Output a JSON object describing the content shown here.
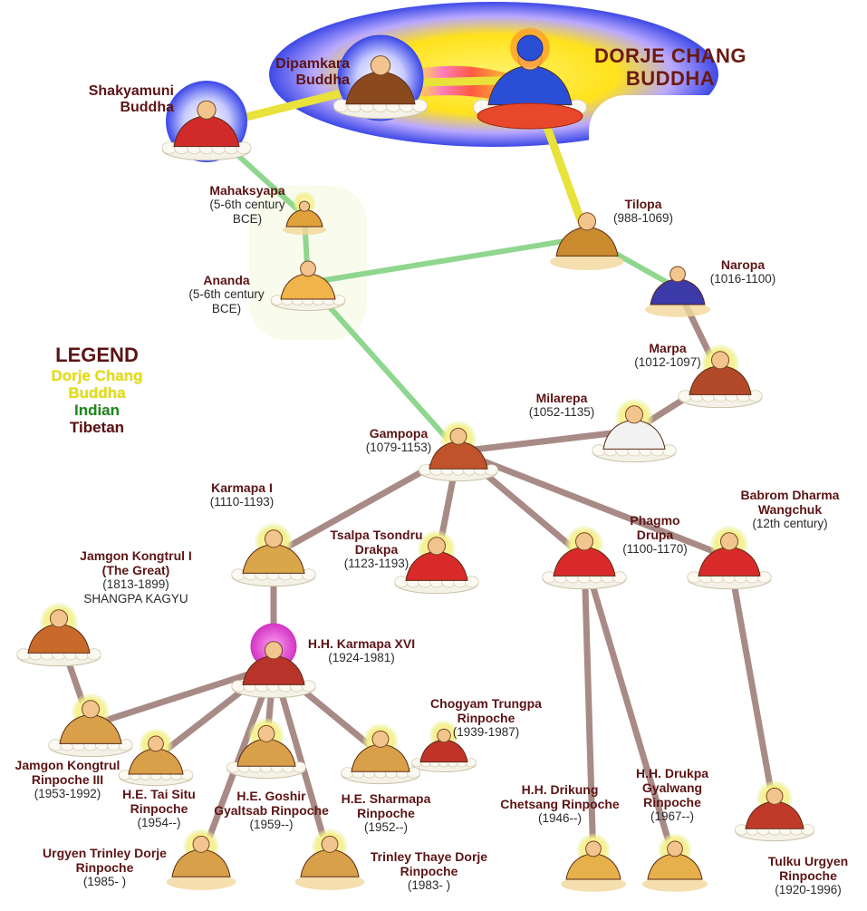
{
  "header": {
    "title_line1": "DORJE CHANG",
    "title_line2": "BUDDHA"
  },
  "legend": {
    "heading": "LEGEND",
    "items": [
      {
        "label": "Dorje Chang",
        "color": "#e6df00"
      },
      {
        "label": "Buddha",
        "color": "#e6df00"
      },
      {
        "label": "Indian",
        "color": "#1f8a1f"
      },
      {
        "label": "Tibetan",
        "color": "#5c1414"
      }
    ]
  },
  "colors": {
    "dorje_chang_link": "#e8e23a",
    "indian_link": "#8fd68f",
    "tibetan_link": "#a88a86",
    "name_text": "#5c1414"
  },
  "figures": [
    {
      "id": "shakyamuni",
      "name": "Shakyamuni\nBuddha",
      "dates": ""
    },
    {
      "id": "dipamkara",
      "name": "Dipamkara\nBuddha",
      "dates": ""
    },
    {
      "id": "mahaksyapa",
      "name": "Mahaksyapa",
      "dates": "(5-6th century\nBCE)"
    },
    {
      "id": "ananda",
      "name": "Ananda",
      "dates": "(5-6th century\nBCE)"
    },
    {
      "id": "tilopa",
      "name": "Tilopa",
      "dates": "(988-1069)"
    },
    {
      "id": "naropa",
      "name": "Naropa",
      "dates": "(1016-1100)"
    },
    {
      "id": "marpa",
      "name": "Marpa",
      "dates": "(1012-1097)"
    },
    {
      "id": "milarepa",
      "name": "Milarepa",
      "dates": "(1052-1135)"
    },
    {
      "id": "gampopa",
      "name": "Gampopa",
      "dates": "(1079-1153)"
    },
    {
      "id": "karmapa1",
      "name": "Karmapa I",
      "dates": "(1110-1193)"
    },
    {
      "id": "tsalpa",
      "name": "Tsalpa Tsondru\nDrakpa",
      "dates": "(1123-1193)"
    },
    {
      "id": "phagmo",
      "name": "Phagmo\nDrupa",
      "dates": "(1100-1170)"
    },
    {
      "id": "babrom",
      "name": "Babrom Dharma\nWangchuk",
      "dates": "(12th century)"
    },
    {
      "id": "jamgon1",
      "name": "Jamgon Kongtrul I\n(The Great)",
      "dates": "(1813-1899)\nSHANGPA KAGYU"
    },
    {
      "id": "karmapa16",
      "name": "H.H. Karmapa XVI",
      "dates": "(1924-1981)"
    },
    {
      "id": "chogyam",
      "name": "Chogyam Trungpa\nRinpoche",
      "dates": "(1939-1987)"
    },
    {
      "id": "jamgon3",
      "name": "Jamgon Kongtrul\nRinpoche III",
      "dates": "(1953-1992)"
    },
    {
      "id": "taisitu",
      "name": "H.E. Tai Situ\nRinpoche",
      "dates": "(1954--)"
    },
    {
      "id": "goshir",
      "name": "H.E. Goshir\nGyaltsab Rinpoche",
      "dates": "(1959--)"
    },
    {
      "id": "sharmapa",
      "name": "H.E. Sharmapa\nRinpoche",
      "dates": "(1952--)"
    },
    {
      "id": "urgyen_trinley",
      "name": "Urgyen Trinley Dorje\nRinpoche",
      "dates": "(1985- )"
    },
    {
      "id": "trinley_thaye",
      "name": "Trinley Thaye Dorje\nRinpoche",
      "dates": "(1983- )"
    },
    {
      "id": "drikung",
      "name": "H.H. Drikung\nChetsang Rinpoche",
      "dates": "(1946--)"
    },
    {
      "id": "drukpa",
      "name": "H.H. Drukpa\nGyalwang\nRinpoche",
      "dates": "(1967--)"
    },
    {
      "id": "tulku",
      "name": "Tulku Urgyen\nRinpoche",
      "dates": "(1920-1996)"
    }
  ],
  "links": [
    {
      "from": "shakyamuni",
      "to": "dipamkara",
      "kind": "dorje_chang"
    },
    {
      "from": "dipamkara",
      "to": "dorje_chang",
      "kind": "dorje_chang"
    },
    {
      "from": "dorje_chang",
      "to": "tilopa",
      "kind": "dorje_chang"
    },
    {
      "from": "shakyamuni",
      "to": "mahaksyapa",
      "kind": "indian"
    },
    {
      "from": "mahaksyapa",
      "to": "ananda",
      "kind": "indian"
    },
    {
      "from": "ananda",
      "to": "tilopa",
      "kind": "indian"
    },
    {
      "from": "tilopa",
      "to": "naropa",
      "kind": "indian"
    },
    {
      "from": "ananda",
      "to": "gampopa",
      "kind": "indian"
    },
    {
      "from": "naropa",
      "to": "marpa",
      "kind": "tibetan"
    },
    {
      "from": "marpa",
      "to": "milarepa",
      "kind": "tibetan"
    },
    {
      "from": "milarepa",
      "to": "gampopa",
      "kind": "tibetan"
    },
    {
      "from": "gampopa",
      "to": "karmapa1",
      "kind": "tibetan"
    },
    {
      "from": "gampopa",
      "to": "tsalpa",
      "kind": "tibetan"
    },
    {
      "from": "gampopa",
      "to": "phagmo",
      "kind": "tibetan"
    },
    {
      "from": "gampopa",
      "to": "babrom",
      "kind": "tibetan"
    },
    {
      "from": "karmapa1",
      "to": "karmapa16",
      "kind": "tibetan"
    },
    {
      "from": "karmapa16",
      "to": "jamgon3",
      "kind": "tibetan"
    },
    {
      "from": "karmapa16",
      "to": "taisitu",
      "kind": "tibetan"
    },
    {
      "from": "karmapa16",
      "to": "goshir",
      "kind": "tibetan"
    },
    {
      "from": "karmapa16",
      "to": "sharmapa",
      "kind": "tibetan"
    },
    {
      "from": "karmapa16",
      "to": "urgyen_trinley",
      "kind": "tibetan"
    },
    {
      "from": "karmapa16",
      "to": "trinley_thaye",
      "kind": "tibetan"
    },
    {
      "from": "jamgon1",
      "to": "jamgon3",
      "kind": "tibetan"
    },
    {
      "from": "phagmo",
      "to": "drikung",
      "kind": "tibetan"
    },
    {
      "from": "phagmo",
      "to": "drukpa",
      "kind": "tibetan"
    },
    {
      "from": "babrom",
      "to": "tulku",
      "kind": "tibetan"
    }
  ]
}
